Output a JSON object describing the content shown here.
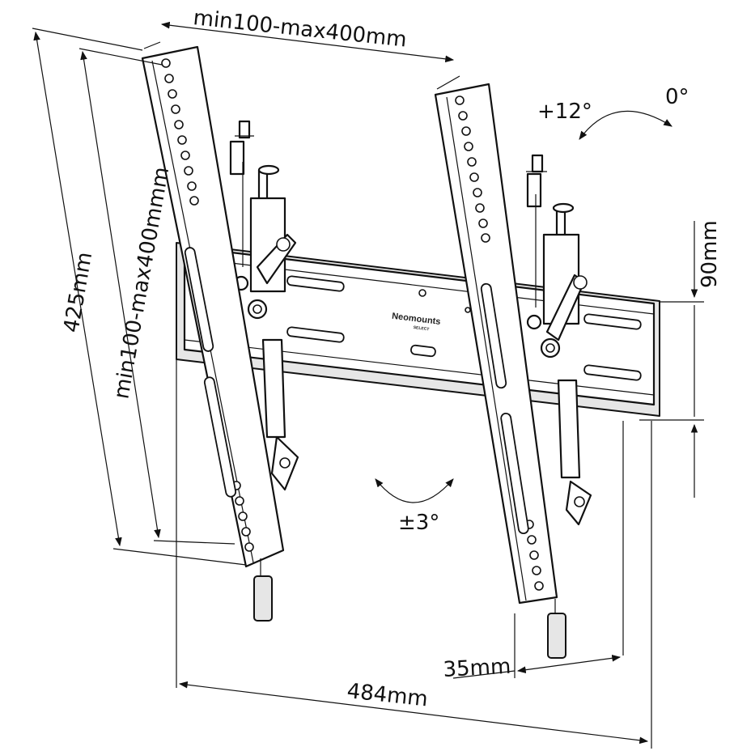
{
  "diagram": {
    "labels": {
      "vesa_width": "min100-max400mm",
      "vesa_height": "min100-max400mmm",
      "total_height": "425mm",
      "rail_height": "90mm",
      "total_width": "484mm",
      "depth": "35mm",
      "tilt_up": "+12°",
      "tilt_zero": "0°",
      "level_adjust": "±3°"
    },
    "brand": {
      "name": "Neomounts",
      "tagline": "SELECT"
    }
  }
}
